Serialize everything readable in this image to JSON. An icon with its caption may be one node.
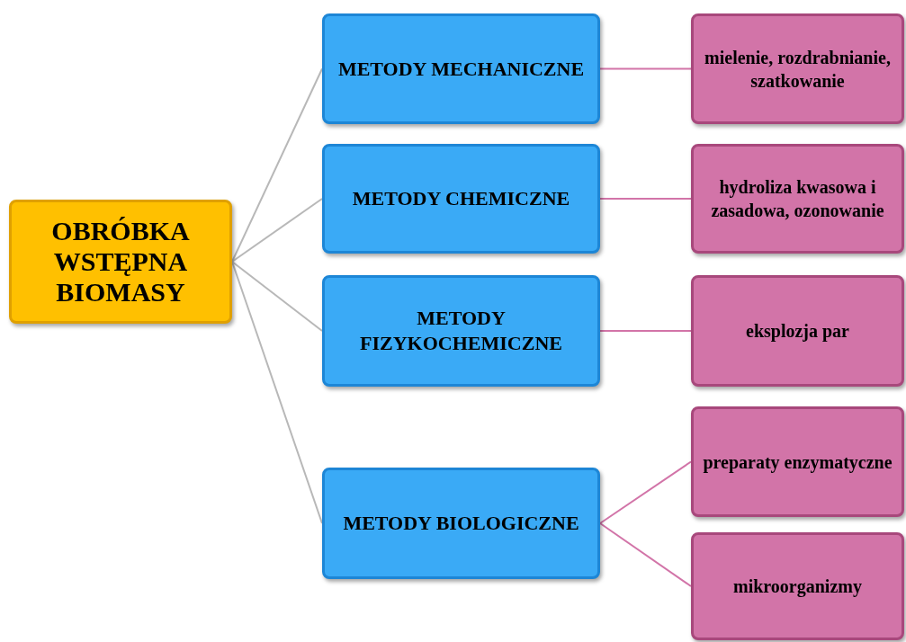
{
  "diagram": {
    "nodes": [
      {
        "text": [
          "OBRÓBKA WSTĘPNA BIOMASY"
        ]
      },
      {
        "text": [
          "METODY MECHANICZNE"
        ]
      },
      {
        "text": [
          "METODY CHEMICZNE"
        ]
      },
      {
        "text": [
          "METODY FIZYKOCHEMICZNE"
        ]
      },
      {
        "text": [
          "METODY BIOLOGICZNE"
        ]
      },
      {
        "text": [
          "mielenie, rozdrabnianie, szatkowanie"
        ]
      },
      {
        "text": [
          "hydroliza kwasowa i zasadowa, ozonowanie"
        ]
      },
      {
        "text": [
          "eksplozja par"
        ]
      },
      {
        "text": [
          "preparaty enzymatyczne"
        ]
      },
      {
        "text": [
          "mikroorganizmy"
        ]
      }
    ],
    "edges": [
      {
        "from": 0,
        "to": 1,
        "arrow": "none",
        "color": "#b8b8b8"
      },
      {
        "from": 0,
        "to": 2,
        "arrow": "none",
        "color": "#b8b8b8"
      },
      {
        "from": 0,
        "to": 3,
        "arrow": "none",
        "color": "#b8b8b8"
      },
      {
        "from": 0,
        "to": 4,
        "arrow": "none",
        "color": "#b8b8b8"
      },
      {
        "from": 1,
        "to": 5,
        "arrow": "none"
      },
      {
        "from": 2,
        "to": 6,
        "arrow": "none"
      },
      {
        "from": 3,
        "to": 7,
        "arrow": "none"
      },
      {
        "from": 4,
        "to": 8,
        "arrow": "none"
      },
      {
        "from": 4,
        "to": 9,
        "arrow": "none"
      }
    ]
  }
}
